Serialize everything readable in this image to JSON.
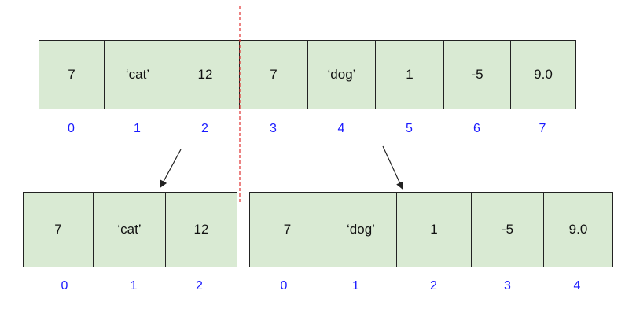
{
  "original_array": {
    "cells": [
      "7",
      "‘cat’",
      "12",
      "7",
      "‘dog’",
      "1",
      "-5",
      "9.0"
    ],
    "indices": [
      "0",
      "1",
      "2",
      "3",
      "4",
      "5",
      "6",
      "7"
    ]
  },
  "left_slice": {
    "cells": [
      "7",
      "‘cat’",
      "12"
    ],
    "indices": [
      "0",
      "1",
      "2"
    ]
  },
  "right_slice": {
    "cells": [
      "7",
      "‘dog’",
      "1",
      "-5",
      "9.0"
    ],
    "indices": [
      "0",
      "1",
      "2",
      "3",
      "4"
    ]
  },
  "colors": {
    "cell_fill": "#d9ead3",
    "index_text": "#1a1aff",
    "split_line": "#e03030"
  }
}
